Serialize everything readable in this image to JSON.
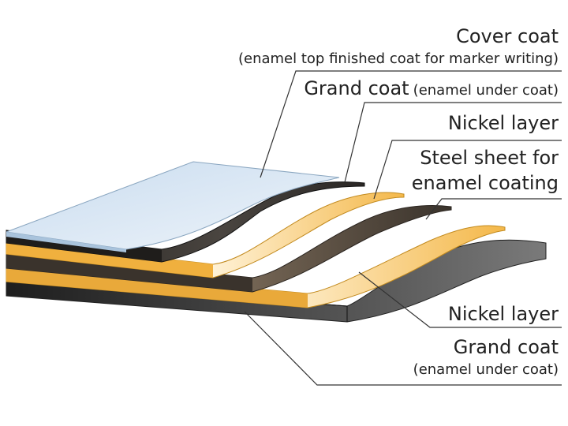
{
  "labels": {
    "cover_title": "Cover coat",
    "cover_sub": "(enamel top finished coat for marker writing)",
    "grand_top_main": "Grand coat",
    "grand_top_sub": "(enamel under coat)",
    "nickel_top": "Nickel layer",
    "steel_line1": "Steel sheet for",
    "steel_line2": "enamel coating",
    "nickel_bottom": "Nickel layer",
    "grand_bottom_main": "Grand coat",
    "grand_bottom_sub": "(enamel under coat)"
  },
  "colors": {
    "cover": "#dce8f3",
    "grand": "#2d2a26",
    "nickel": "#f2b43c",
    "steel": "#4a4238",
    "bottom_grand": "#3a3a3a",
    "leader": "#333333"
  }
}
